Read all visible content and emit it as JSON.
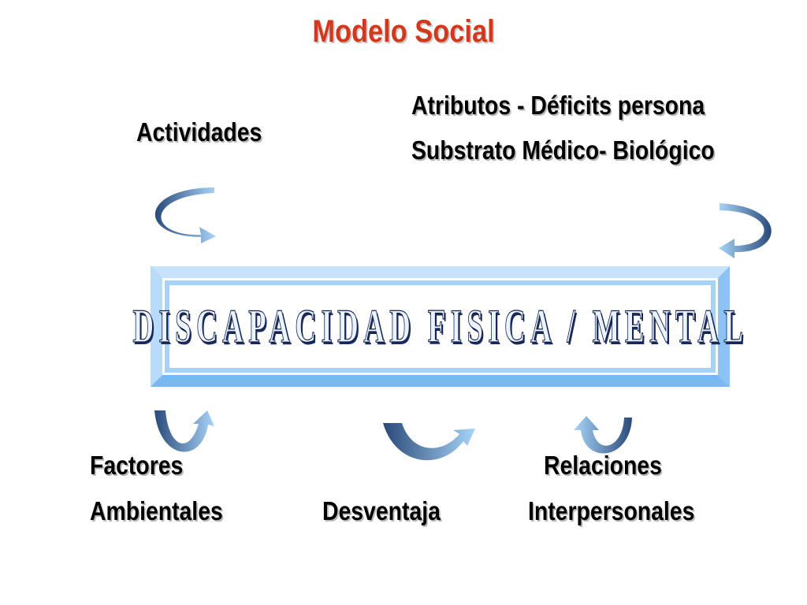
{
  "title": "Modelo Social",
  "labels": {
    "actividades": "Actividades",
    "atributos": "Atributos - Déficits   persona",
    "substrato": "Substrato Médico- Biológico",
    "factores": "Factores",
    "ambientales": "Ambientales",
    "desventaja": "Desventaja",
    "relaciones": "Relaciones",
    "interpersonales": "Interpersonales"
  },
  "center": {
    "text": "DISCAPACIDAD FISICA / MENTAL"
  },
  "colors": {
    "title": "#d2381c",
    "frame_light": "#a6d2f8",
    "frame_mid": "#82bff4",
    "arrow_dark": "#2a4a7a",
    "arrow_light": "#a8d4f8"
  },
  "icons": [
    "curved-arrow-icon"
  ]
}
